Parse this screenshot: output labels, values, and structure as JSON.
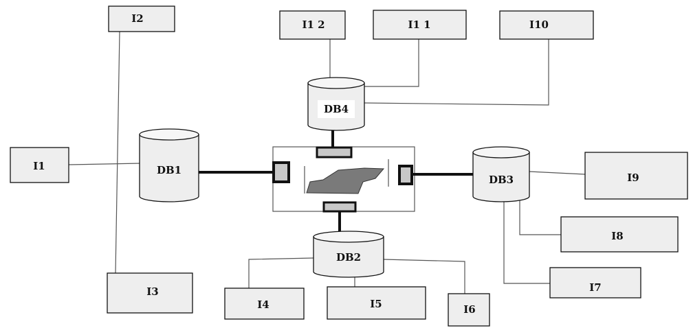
{
  "diagram": {
    "databases": [
      {
        "id": "db1",
        "label": "DB1"
      },
      {
        "id": "db2",
        "label": "DB2"
      },
      {
        "id": "db3",
        "label": "DB3"
      },
      {
        "id": "db4",
        "label": "DB4"
      }
    ],
    "interfaces": [
      {
        "id": "i1",
        "label": "I1"
      },
      {
        "id": "i2",
        "label": "I2"
      },
      {
        "id": "i3",
        "label": "I3"
      },
      {
        "id": "i4",
        "label": "I4"
      },
      {
        "id": "i5",
        "label": "I5"
      },
      {
        "id": "i6",
        "label": "I6"
      },
      {
        "id": "i7",
        "label": "I7"
      },
      {
        "id": "i8",
        "label": "I8"
      },
      {
        "id": "i9",
        "label": "I9"
      },
      {
        "id": "i10",
        "label": "I10"
      },
      {
        "id": "i11",
        "label": "I1 1"
      },
      {
        "id": "i12",
        "label": "I1 2"
      }
    ],
    "colors": {
      "box_fill": "#eeeeee",
      "line": "#555555",
      "thick_line": "#111111",
      "connector_fill": "#c8c8c8",
      "map_fill": "#7a7a7a"
    }
  }
}
